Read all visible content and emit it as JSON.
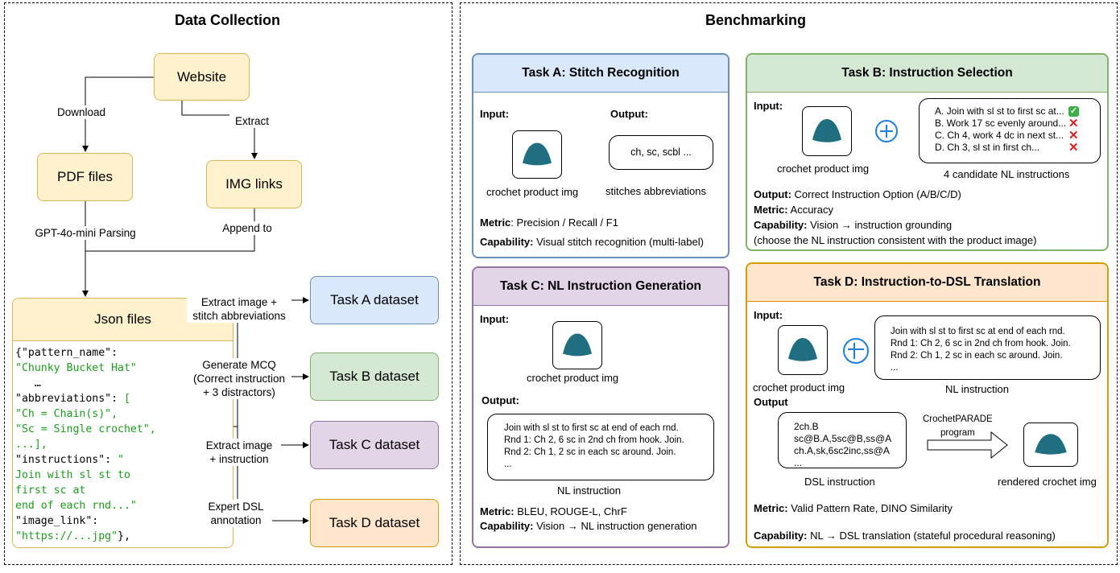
{
  "data_collection": {
    "title": "Data Collection",
    "website": "Website",
    "pdf": "PDF files",
    "img_links": "IMG links",
    "download": "Download",
    "extract": "Extract",
    "parsing": "GPT-4o-mini Parsing",
    "append": "Append to",
    "json_title": "Json files",
    "json_lines": [
      {
        "k": "{\"pattern_name\":",
        "v": ""
      },
      {
        "k": "",
        "v": "\"Chunky Bucket Hat\""
      },
      {
        "k": "   …",
        "v": ""
      },
      {
        "k": "\"abbreviations\": ",
        "v": "["
      },
      {
        "k": "",
        "v": "\"Ch = Chain(s)\","
      },
      {
        "k": "",
        "v": "\"Sc = Single crochet\","
      },
      {
        "k": "",
        "v": "...],"
      },
      {
        "k": "\"instructions\": ",
        "v": "\""
      },
      {
        "k": "",
        "v": "Join with sl st to"
      },
      {
        "k": "",
        "v": "first sc at"
      },
      {
        "k": "",
        "v": "end of each rnd...\""
      },
      {
        "k": "\"image_link\":",
        "v": ""
      },
      {
        "k": "",
        "v": "\"https://...jpg\"",
        "tail": "},"
      }
    ],
    "edges": [
      "Extract image +\nstitch abbreviations",
      "Generate MCQ\n(Correct instruction\n+ 3 distractors)",
      "Extract image\n+ instruction",
      "Expert DSL\nannotation"
    ],
    "datasets": [
      "Task A dataset",
      "Task B dataset",
      "Task C dataset",
      "Task D dataset"
    ]
  },
  "benchmarking": {
    "title": "Benchmarking",
    "task_a": {
      "title": "Task A: Stitch Recognition",
      "input": "Input:",
      "output": "Output:",
      "img_caption": "crochet product img",
      "output_box": "ch, sc, scbl ...",
      "output_caption": "stitches abbreviations",
      "metric_label": "Metric",
      "metric": ": Precision / Recall / F1",
      "cap_label": "Capability:",
      "cap": " Visual stitch recognition (multi-label)"
    },
    "task_b": {
      "title": "Task B: Instruction Selection",
      "input": "Input:",
      "img_caption": "crochet product img",
      "options": [
        {
          "text": "A. Join with sl st to first sc at...",
          "correct": true
        },
        {
          "text": "B. Work 17 sc evenly around...",
          "correct": false
        },
        {
          "text": "C. Ch 4, work 4 dc in next st...",
          "correct": false
        },
        {
          "text": "D. Ch 3, sl st in first ch...",
          "correct": false
        }
      ],
      "options_caption": "4 candidate NL instructions",
      "output_label": "Output:",
      "output": " Correct Instruction Option (A/B/C/D)",
      "metric_label": "Metric:",
      "metric": "  Accuracy",
      "cap_label": "Capability:",
      "cap": " Vision → instruction grounding",
      "cap_note": "(choose the NL instruction consistent with the product image)"
    },
    "task_c": {
      "title": "Task C: NL Instruction Generation",
      "input": "Input:",
      "img_caption": "crochet product img",
      "output": "Output:",
      "nl_lines": [
        "Join with sl st to first sc at end of each rnd.",
        "Rnd 1: Ch 2, 6 sc in 2nd ch from hook. Join.",
        "Rnd 2: Ch 1, 2 sc in each sc around. Join.",
        "..."
      ],
      "nl_caption": "NL instruction",
      "metric_label": "Metric:",
      "metric": " BLEU, ROUGE-L, ChrF",
      "cap_label": "Capability:",
      "cap": " Vision → NL instruction generation"
    },
    "task_d": {
      "title": "Task D: Instruction-to-DSL Translation",
      "input": "Input:",
      "img_caption": "crochet product img",
      "nl_lines": [
        "Join with sl st to first sc at end of each rnd.",
        "Rnd 1: Ch 2, 6 sc in 2nd ch from hook. Join.",
        "Rnd 2: Ch 1, 2 sc in each sc around. Join.",
        "..."
      ],
      "nl_caption": "NL instruction",
      "output": "Output",
      "dsl_lines": [
        "2ch.B",
        "sc@B.A,5sc@B,ss@A",
        "ch.A,sk,6sc2inc,ss@A",
        "..."
      ],
      "dsl_caption": "DSL instruction",
      "program": "CrochetPARADE\nprogram",
      "render_caption": "rendered crochet img",
      "metric_label": "Metric:",
      "metric": " Valid Pattern Rate, DINO Similarity",
      "cap_label": "Capability:",
      "cap": " NL → DSL translation (stateful procedural reasoning)"
    }
  },
  "colors": {
    "yellow": "#fff2cc",
    "blue": "#dae8fc",
    "green": "#d5e8d4",
    "purple": "#e1d5e7",
    "orange": "#ffe6cc",
    "plus": "#1a7fe0",
    "hat": "#1f6f80"
  }
}
